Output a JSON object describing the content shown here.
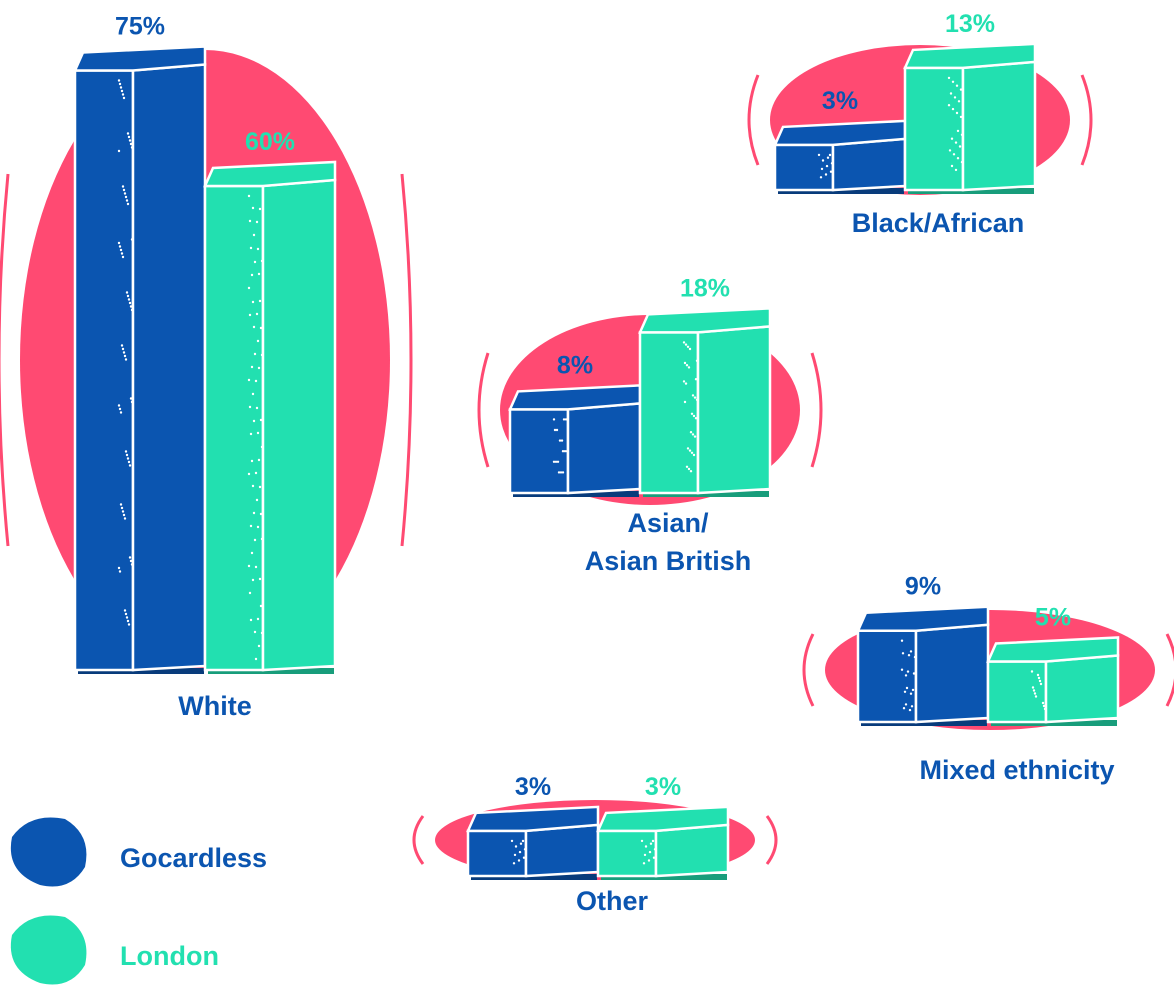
{
  "chart_data": {
    "type": "bar",
    "title": "",
    "xlabel": "",
    "ylabel": "",
    "unit": "%",
    "categories": [
      "White",
      "Black/African",
      "Asian/ Asian British",
      "Mixed ethnicity",
      "Other"
    ],
    "category_lines": [
      [
        "White"
      ],
      [
        "Black/African"
      ],
      [
        "Asian/",
        "Asian British"
      ],
      [
        "Mixed ethnicity"
      ],
      [
        "Other"
      ]
    ],
    "series": [
      {
        "name": "Gocardless",
        "values": [
          75,
          3,
          8,
          9,
          3
        ]
      },
      {
        "name": "London",
        "values": [
          60,
          13,
          18,
          5,
          3
        ]
      }
    ],
    "value_labels": [
      [
        "75%",
        "3%",
        "8%",
        "9%",
        "3%"
      ],
      [
        "60%",
        "13%",
        "18%",
        "5%",
        "3%"
      ]
    ],
    "legend": {
      "position": "bottom-left",
      "entries": [
        "Gocardless",
        "London"
      ]
    },
    "colors": {
      "Gocardless": "#0b55b0",
      "London": "#22e0b0",
      "blob": "#ff4a72"
    }
  }
}
